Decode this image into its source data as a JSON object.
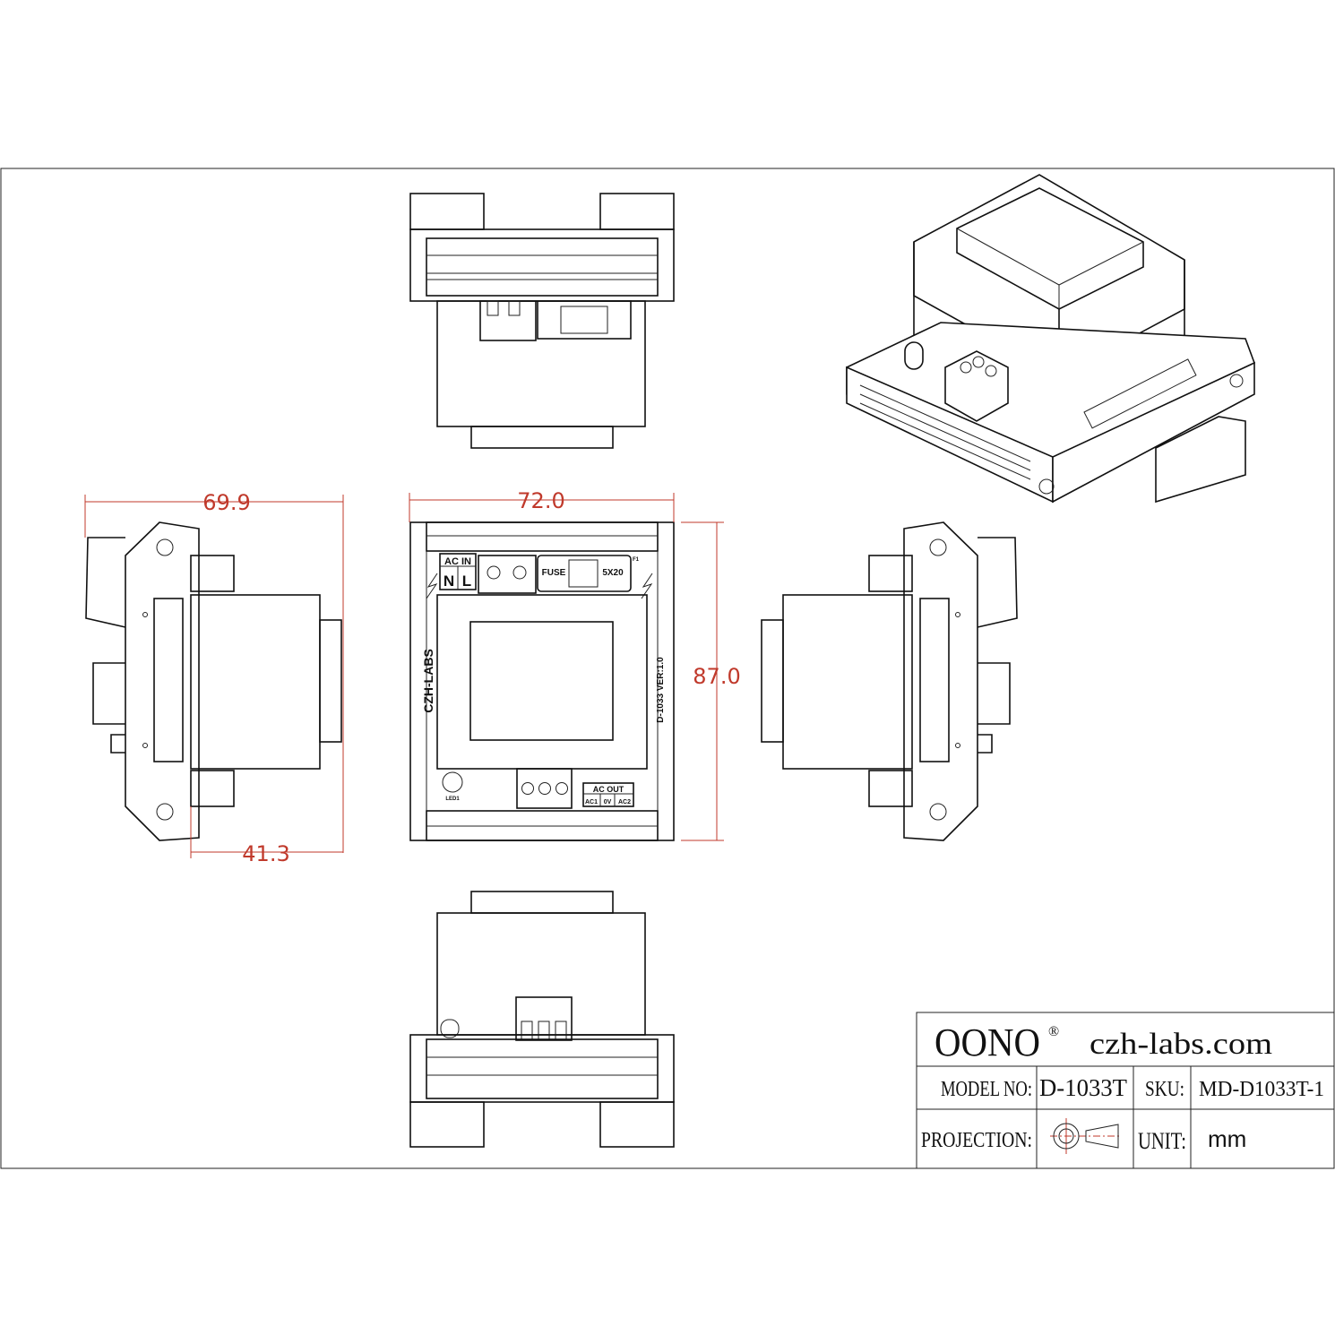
{
  "dimensions": {
    "side_width": "69.9",
    "side_depth": "41.3",
    "front_width": "72.0",
    "front_height": "87.0"
  },
  "pcb_labels": {
    "ac_in": "AC IN",
    "n": "N",
    "l": "L",
    "fuse": "FUSE",
    "fuse_size": "5X20",
    "fuse_ref": "F1",
    "brand_vertical": "CZH-LABS",
    "version_vertical": "D-1033  VER:1.0",
    "led": "LED1",
    "ac_out": "AC OUT",
    "ac1": "AC1",
    "zero_v": "0V",
    "ac2": "AC2"
  },
  "title_block": {
    "brand": "OONO",
    "registered": "®",
    "website": "czh-labs.com",
    "model_label": "MODEL NO:",
    "model_value": "D-1033T",
    "sku_label": "SKU:",
    "sku_value": "MD-D1033T-1",
    "projection_label": "PROJECTION:",
    "projection_icon": "first-angle-projection-symbol",
    "unit_label": "UNIT:",
    "unit_value": "mm"
  },
  "colors": {
    "dimension": "#c0392b",
    "line": "#111111"
  }
}
